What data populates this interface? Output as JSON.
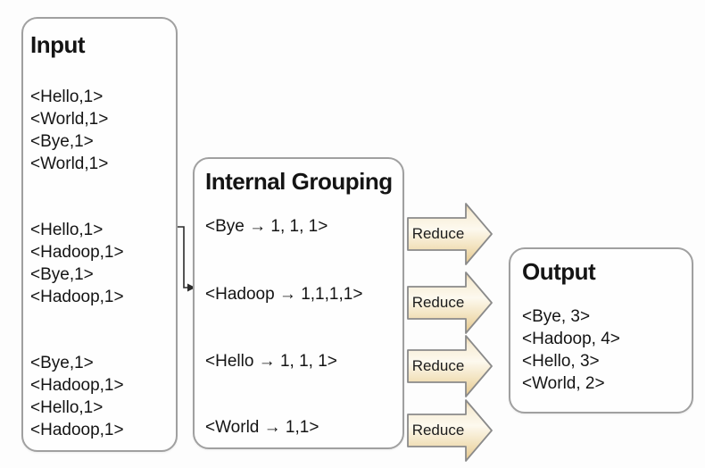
{
  "input": {
    "title": "Input",
    "groups": [
      [
        "<Hello,1>",
        "<World,1>",
        "<Bye,1>",
        "<World,1>"
      ],
      [
        "<Hello,1>",
        "<Hadoop,1>",
        "<Bye,1>",
        "<Hadoop,1>"
      ],
      [
        "<Bye,1>",
        "<Hadoop,1>",
        "<Hello,1>",
        "<Hadoop,1>"
      ]
    ]
  },
  "grouping": {
    "title": "Internal Grouping",
    "rows": [
      "<Bye → 1, 1, 1>",
      "<Hadoop → 1,1,1,1>",
      "<Hello → 1, 1, 1>",
      "<World → 1,1>"
    ]
  },
  "reduce": {
    "label": "Reduce",
    "count": 4
  },
  "output": {
    "title": "Output",
    "rows": [
      "<Bye, 3>",
      "<Hadoop, 4>",
      "<Hello, 3>",
      "<World, 2>"
    ]
  },
  "colors": {
    "box_border": "#a0a0a0",
    "arrow_border": "#8a8a8a",
    "arrow_fill_top": "#e9cf9c",
    "arrow_fill_mid": "#fdf9ee",
    "arrow_fill_bottom": "#e5c78c",
    "text": "#141414",
    "connector": "#2b2b2b",
    "background": "#fdfdfd"
  }
}
